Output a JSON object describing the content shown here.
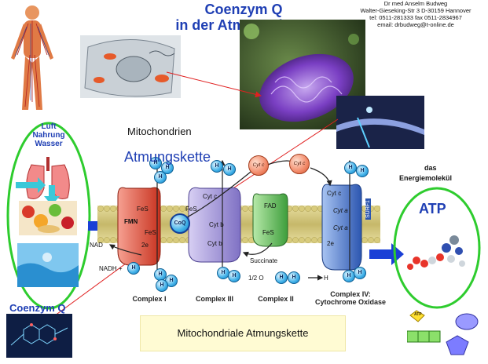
{
  "title_line1": "Coenzym Q",
  "title_line2": "in der Atmungskette",
  "address": {
    "line1": "Dr med  Anselm Budweg",
    "line2": "Walter-Gieseking-Str 3  D-30159 Hannover",
    "line3": "tel: 0511-281333  fax 0511-2834967",
    "line4": "email: drbudweg@t-online.de"
  },
  "left_panel": {
    "luft": "Luft",
    "nahrung": "Nahrung",
    "wasser": "Wasser"
  },
  "coenzym_label": "Coenzym Q",
  "mitochondrien": "Mitochondrien",
  "atmungskette": "Atmungskette",
  "das_label": "das",
  "energiemolekuel": "Energiemolekül",
  "atp": "ATP",
  "caption": "Mitochondriale Atmungskette",
  "diagram": {
    "h_plus": "H",
    "fes": "FeS",
    "fmn": "FMN",
    "e2": "2e",
    "coq": "CoQ",
    "cyt_c": "Cyt c",
    "cyt_c1": "Cyt c",
    "cyt_b": "Cyt b",
    "cyt_a": "Cyt a",
    "cyt_a3": "Cyt a",
    "fad": "FAD",
    "surf1": "SURF1",
    "succinate": "Succinate",
    "nad": "NAD",
    "nadh": "NADH +",
    "o2": "1/2 O",
    "h2o": "H",
    "complex1": "Complex I",
    "complex3": "Complex III",
    "complex2": "Complex II",
    "complex4a": "Complex IV:",
    "complex4b": "Cytochrome Oxidase",
    "atp_small": "ATP"
  },
  "colors": {
    "title": "#1f3fb4",
    "membrane": "#c8c07a",
    "complex1": "#e04a3a",
    "complex3": "#9b8fd6",
    "complex2": "#5bbf5a",
    "complex4": "#3f6fc8",
    "green_ring": "#2ecc2e",
    "arrow_blue": "#1a3fd6"
  }
}
